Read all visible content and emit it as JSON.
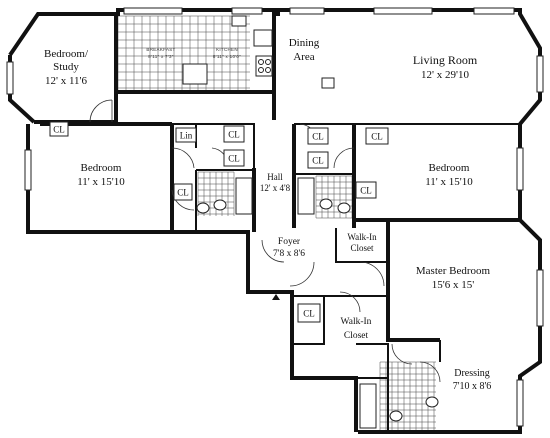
{
  "rooms": {
    "bedroom_study": {
      "name_line1": "Bedroom/",
      "name_line2": "Study",
      "dims": "12' x 11'6"
    },
    "breakfast": {
      "name": "BREAKFAST",
      "dims": "8'11\" x 7'3\""
    },
    "kitchen": {
      "name": "KITCHEN",
      "dims": "8'11\" x 10'0\""
    },
    "dining": {
      "name_line1": "Dining",
      "name_line2": "Area"
    },
    "living": {
      "name": "Living Room",
      "dims": "12' x 29'10"
    },
    "bedroom_left": {
      "name": "Bedroom",
      "dims": "11' x  15'10"
    },
    "bedroom_right": {
      "name": "Bedroom",
      "dims": "11' x 15'10"
    },
    "hall": {
      "name": "Hall",
      "dims": "12' x 4'8"
    },
    "foyer": {
      "name": "Foyer",
      "dims": "7'8 x 8'6"
    },
    "walkin_upper": {
      "name_line1": "Walk-In",
      "name_line2": "Closet"
    },
    "walkin_lower": {
      "name_line1": "Walk-In",
      "name_line2": "Closet"
    },
    "master": {
      "name": "Master Bedroom",
      "dims": "15'6 x 15'"
    },
    "dressing": {
      "name": "Dressing",
      "dims": "7'10 x 8'6"
    }
  },
  "closets": {
    "cl_study": "CL",
    "lin": "Lin",
    "cl_hall_a": "CL",
    "cl_hall_b": "CL",
    "cl_left_bed": "CL",
    "cl_right_a": "CL",
    "cl_right_b": "CL",
    "cl_right_c": "CL",
    "cl_right_bed": "CL",
    "cl_foyer": "CL"
  }
}
